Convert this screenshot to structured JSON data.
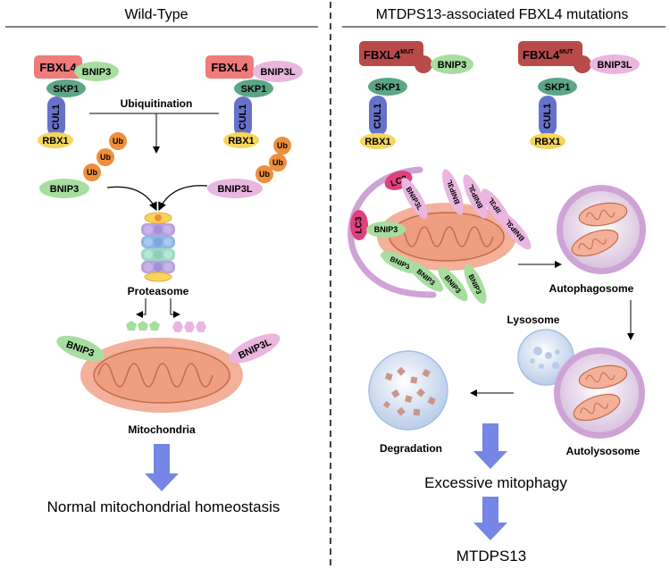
{
  "panels": {
    "left_title": "Wild-Type",
    "right_title": "MTDPS13-associated FBXL4 mutations"
  },
  "proteins": {
    "fbxl4": "FBXL4",
    "fbxl4_mut_base": "FBXL4",
    "mut_superscript": "MUT",
    "bnip3": "BNIP3",
    "bnip3l": "BNIP3L",
    "skp1": "SKP1",
    "cul1": "CUL1",
    "rbx1": "RBX1",
    "ub": "Ub",
    "lc3": "LC3"
  },
  "labels": {
    "ubiquitination": "Ubiquitination",
    "proteasome": "Proteasome",
    "mitochondria": "Mitochondria",
    "autophagosome": "Autophagosome",
    "lysosome": "Lysosome",
    "autolysosome": "Autolysosome",
    "degradation": "Degradation"
  },
  "outcomes": {
    "normal": "Normal mitochondrial homeostasis",
    "excessive": "Excessive mitophagy",
    "disease": "MTDPS13"
  },
  "colors": {
    "fbxl4": "#f07b7b",
    "fbxl4_mut": "#b84a4a",
    "bnip3": "#a7dea0",
    "bnip3l": "#e9b6e0",
    "skp1": "#5ca586",
    "cul1": "#6672c9",
    "rbx1": "#f4d65a",
    "ub": "#ee8f3c",
    "lc3": "#e0407d",
    "mito_outer": "#f0a58e",
    "arrow_blue": "#7686e6"
  }
}
